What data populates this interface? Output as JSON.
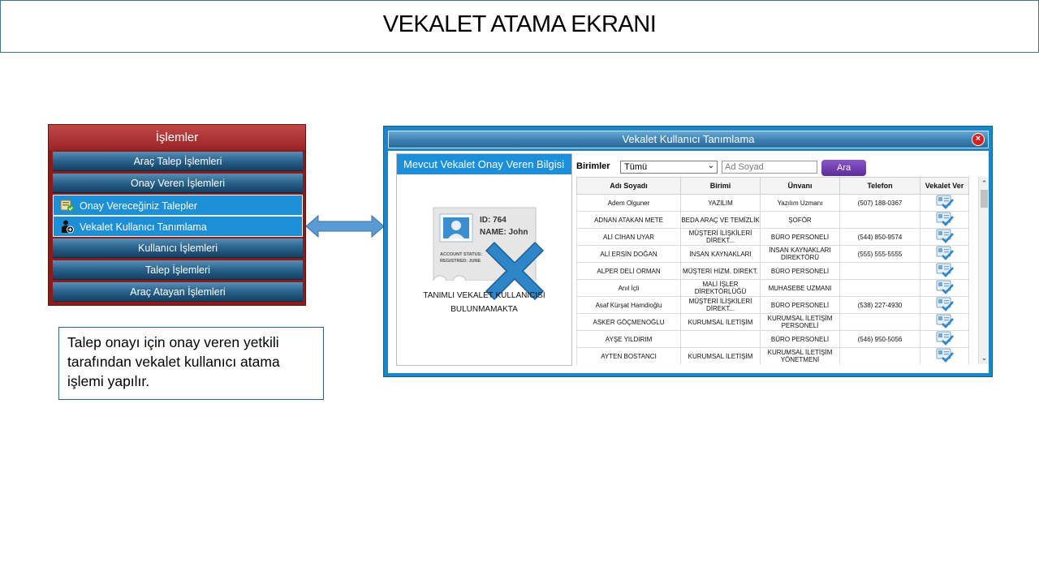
{
  "page_title": "VEKALET ATAMA EKRANI",
  "menu": {
    "header": "İşlemler",
    "items": [
      {
        "label": "Araç Talep İşlemleri"
      },
      {
        "label": "Onay Veren İşlemleri"
      },
      {
        "label": "Kullanıcı İşlemleri"
      },
      {
        "label": "Talep İşlemleri"
      },
      {
        "label": "Araç Atayan İşlemleri"
      }
    ],
    "subitems": [
      {
        "label": "Onay Vereceğiniz Talepler",
        "icon": "approve-list-icon"
      },
      {
        "label": "Vekalet Kullanıcı Tanımlama",
        "icon": "user-add-icon"
      }
    ]
  },
  "note": "Talep onayı için onay veren yetkili tarafından vekalet kullanıcı atama işlemi yapılır.",
  "dialog": {
    "title": "Vekalet Kullanıcı Tanımlama",
    "close": "×",
    "current_panel": {
      "header": "Mevcut Vekalet Onay Veren Bilgisi",
      "card_id": "ID: 764",
      "card_name": "NAME: John",
      "card_status": "ACCOUNT STATUS:",
      "card_registered": "REGISTRED: JUNE",
      "message_line1": "TANIMLI VEKALET KULLANICISI",
      "message_line2": "BULUNMAMAKTA"
    },
    "filter": {
      "label": "Birimler",
      "selected": "Tümü",
      "search_placeholder": "Ad Soyad",
      "button": "Ara"
    },
    "table": {
      "columns": [
        "Adı Soyadı",
        "Birimi",
        "Ünvanı",
        "Telefon",
        "Vekalet Ver"
      ],
      "rows": [
        {
          "name": "Adem Olguner",
          "unit": "YAZILIM",
          "title": "Yazılım Uzmanı",
          "phone": "(507) 188-0367"
        },
        {
          "name": "ADNAN ATAKAN METE",
          "unit": "BEDA ARAÇ VE TEMİZLİK",
          "title": "ŞOFÖR",
          "phone": ""
        },
        {
          "name": "ALİ CİHAN UYAR",
          "unit": "MÜŞTERİ İLİŞKİLERİ DİREKT...",
          "title": "BÜRO PERSONELİ",
          "phone": "(544) 850-9574"
        },
        {
          "name": "ALİ ERSİN DOĞAN",
          "unit": "İNSAN KAYNAKLARI",
          "title": "İNSAN KAYNAKLARI DİREKTÖRÜ",
          "phone": "(555) 555-5555"
        },
        {
          "name": "ALPER DELİ ORMAN",
          "unit": "MÜŞTERİ HİZM. DİREKT.",
          "title": "BÜRO PERSONELİ",
          "phone": ""
        },
        {
          "name": "Anıl İçli",
          "unit": "MALİ İŞLER DİREKTÖRLÜĞÜ",
          "title": "MUHASEBE UZMANI",
          "phone": ""
        },
        {
          "name": "Asaf Kürşat Hamdioğlu",
          "unit": "MÜŞTERİ İLİŞKİLERİ DİREKT...",
          "title": "BÜRO PERSONELİ",
          "phone": "(538) 227-4930"
        },
        {
          "name": "ASKER GÖÇMENOĞLU",
          "unit": "KURUMSAL İLETİŞİM",
          "title": "KURUMSAL İLETİŞİM PERSONELİ",
          "phone": ""
        },
        {
          "name": "AYŞE YILDIRIM",
          "unit": "",
          "title": "BÜRO PERSONELİ",
          "phone": "(546) 950-5056"
        },
        {
          "name": "AYTEN BOSTANCI",
          "unit": "KURUMSAL İLETİŞİM",
          "title": "KURUMSAL İLETİŞİM YÖNETMENİ",
          "phone": ""
        }
      ]
    }
  },
  "colors": {
    "menu_bg": "#8c1c1c",
    "menu_item": "#2c6690",
    "submenu_active": "#1c8fd6",
    "dialog_frame": "#1c86c8",
    "search_button": "#6a3bb0",
    "arrow": "#5b9bd5",
    "x_mark": "#2e86c8"
  }
}
